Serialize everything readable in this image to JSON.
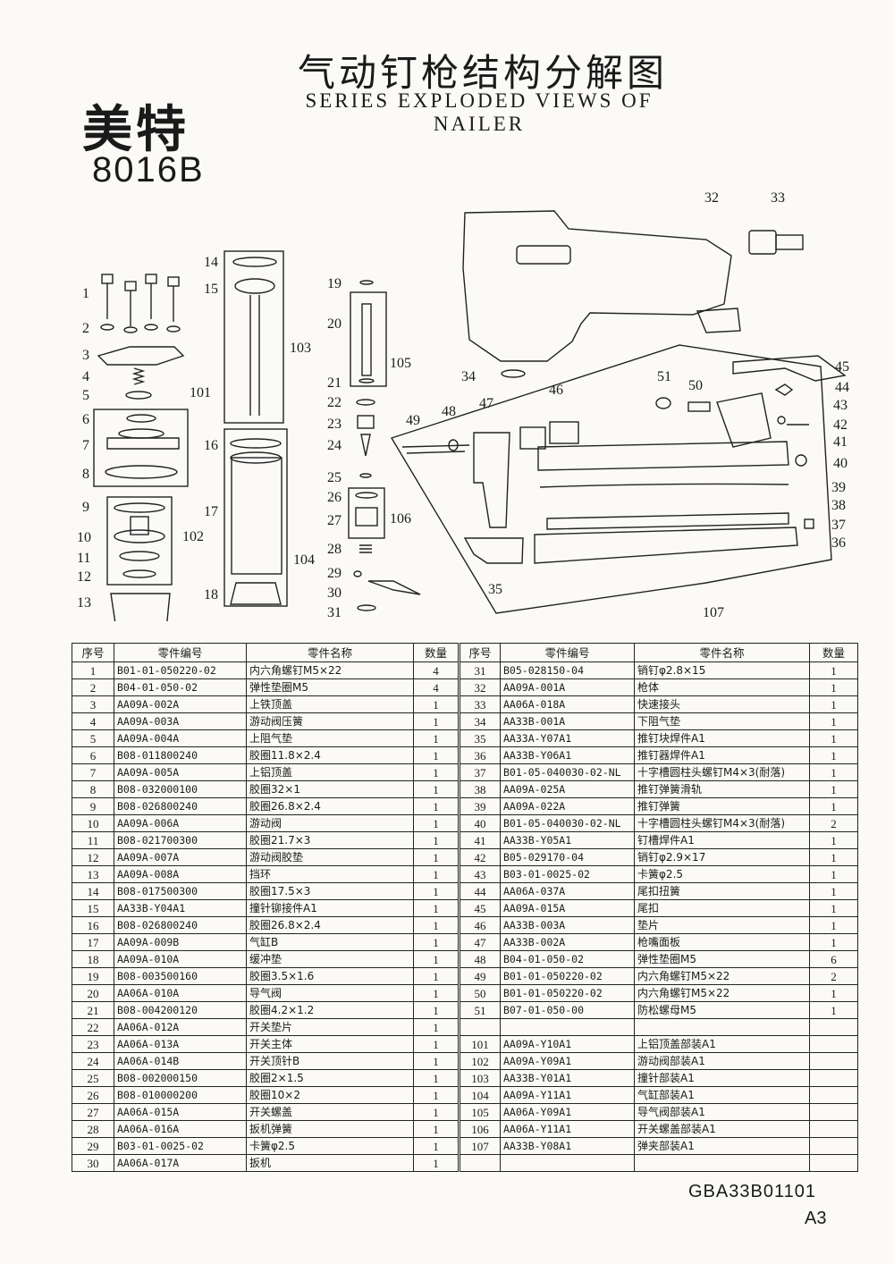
{
  "header": {
    "title_cn": "气动钉枪结构分解图",
    "title_en": "SERIES EXPLODED VIEWS OF NAILER",
    "brand": "美特",
    "model": "8016B"
  },
  "diagram": {
    "callouts": [
      "1",
      "2",
      "3",
      "4",
      "5",
      "6",
      "7",
      "8",
      "9",
      "10",
      "11",
      "12",
      "13",
      "14",
      "15",
      "16",
      "17",
      "18",
      "19",
      "20",
      "21",
      "22",
      "23",
      "24",
      "25",
      "26",
      "27",
      "28",
      "29",
      "30",
      "31",
      "32",
      "33",
      "34",
      "35",
      "36",
      "37",
      "38",
      "39",
      "40",
      "41",
      "42",
      "43",
      "44",
      "45",
      "46",
      "47",
      "48",
      "49",
      "50",
      "51",
      "101",
      "102",
      "103",
      "104",
      "105",
      "106",
      "107"
    ]
  },
  "table": {
    "headers": [
      "序号",
      "零件编号",
      "零件名称",
      "数量"
    ],
    "left_rows": [
      {
        "no": "1",
        "code": "B01-01-050220-02",
        "name": "内六角螺钉M5×22",
        "qty": "4"
      },
      {
        "no": "2",
        "code": "B04-01-050-02",
        "name": "弹性垫圈M5",
        "qty": "4"
      },
      {
        "no": "3",
        "code": "AA09A-002A",
        "name": "上铁顶盖",
        "qty": "1"
      },
      {
        "no": "4",
        "code": "AA09A-003A",
        "name": "游动阀压簧",
        "qty": "1"
      },
      {
        "no": "5",
        "code": "AA09A-004A",
        "name": "上阻气垫",
        "qty": "1"
      },
      {
        "no": "6",
        "code": "B08-011800240",
        "name": "胶圈11.8×2.4",
        "qty": "1"
      },
      {
        "no": "7",
        "code": "AA09A-005A",
        "name": "上铝顶盖",
        "qty": "1"
      },
      {
        "no": "8",
        "code": "B08-032000100",
        "name": "胶圈32×1",
        "qty": "1"
      },
      {
        "no": "9",
        "code": "B08-026800240",
        "name": "胶圈26.8×2.4",
        "qty": "1"
      },
      {
        "no": "10",
        "code": "AA09A-006A",
        "name": "游动阀",
        "qty": "1"
      },
      {
        "no": "11",
        "code": "B08-021700300",
        "name": "胶圈21.7×3",
        "qty": "1"
      },
      {
        "no": "12",
        "code": "AA09A-007A",
        "name": "游动阀胶垫",
        "qty": "1"
      },
      {
        "no": "13",
        "code": "AA09A-008A",
        "name": "挡环",
        "qty": "1"
      },
      {
        "no": "14",
        "code": "B08-017500300",
        "name": "胶圈17.5×3",
        "qty": "1"
      },
      {
        "no": "15",
        "code": "AA33B-Y04A1",
        "name": "撞针铆接件A1",
        "qty": "1"
      },
      {
        "no": "16",
        "code": "B08-026800240",
        "name": "胶圈26.8×2.4",
        "qty": "1"
      },
      {
        "no": "17",
        "code": "AA09A-009B",
        "name": "气缸B",
        "qty": "1"
      },
      {
        "no": "18",
        "code": "AA09A-010A",
        "name": "缓冲垫",
        "qty": "1"
      },
      {
        "no": "19",
        "code": "B08-003500160",
        "name": "胶圈3.5×1.6",
        "qty": "1"
      },
      {
        "no": "20",
        "code": "AA06A-010A",
        "name": "导气阀",
        "qty": "1"
      },
      {
        "no": "21",
        "code": "B08-004200120",
        "name": "胶圈4.2×1.2",
        "qty": "1"
      },
      {
        "no": "22",
        "code": "AA06A-012A",
        "name": "开关垫片",
        "qty": "1"
      },
      {
        "no": "23",
        "code": "AA06A-013A",
        "name": "开关主体",
        "qty": "1"
      },
      {
        "no": "24",
        "code": "AA06A-014B",
        "name": "开关顶针B",
        "qty": "1"
      },
      {
        "no": "25",
        "code": "B08-002000150",
        "name": "胶圈2×1.5",
        "qty": "1"
      },
      {
        "no": "26",
        "code": "B08-010000200",
        "name": "胶圈10×2",
        "qty": "1"
      },
      {
        "no": "27",
        "code": "AA06A-015A",
        "name": "开关螺盖",
        "qty": "1"
      },
      {
        "no": "28",
        "code": "AA06A-016A",
        "name": "扳机弹簧",
        "qty": "1"
      },
      {
        "no": "29",
        "code": "B03-01-0025-02",
        "name": "卡簧φ2.5",
        "qty": "1"
      },
      {
        "no": "30",
        "code": "AA06A-017A",
        "name": "扳机",
        "qty": "1"
      }
    ],
    "right_rows": [
      {
        "no": "31",
        "code": "B05-028150-04",
        "name": "销钉φ2.8×15",
        "qty": "1"
      },
      {
        "no": "32",
        "code": "AA09A-001A",
        "name": "枪体",
        "qty": "1"
      },
      {
        "no": "33",
        "code": "AA06A-018A",
        "name": "快速接头",
        "qty": "1"
      },
      {
        "no": "34",
        "code": "AA33B-001A",
        "name": "下阻气垫",
        "qty": "1"
      },
      {
        "no": "35",
        "code": "AA33A-Y07A1",
        "name": "推钉块焊件A1",
        "qty": "1"
      },
      {
        "no": "36",
        "code": "AA33B-Y06A1",
        "name": "推钉器焊件A1",
        "qty": "1"
      },
      {
        "no": "37",
        "code": "B01-05-040030-02-NL",
        "name": "十字槽圆柱头螺钉M4×3(耐落)",
        "qty": "1"
      },
      {
        "no": "38",
        "code": "AA09A-025A",
        "name": "推钉弹簧滑轨",
        "qty": "1"
      },
      {
        "no": "39",
        "code": "AA09A-022A",
        "name": "推钉弹簧",
        "qty": "1"
      },
      {
        "no": "40",
        "code": "B01-05-040030-02-NL",
        "name": "十字槽圆柱头螺钉M4×3(耐落)",
        "qty": "2"
      },
      {
        "no": "41",
        "code": "AA33B-Y05A1",
        "name": "钉槽焊件A1",
        "qty": "1"
      },
      {
        "no": "42",
        "code": "B05-029170-04",
        "name": "销钉φ2.9×17",
        "qty": "1"
      },
      {
        "no": "43",
        "code": "B03-01-0025-02",
        "name": "卡簧φ2.5",
        "qty": "1"
      },
      {
        "no": "44",
        "code": "AA06A-037A",
        "name": "尾扣扭簧",
        "qty": "1"
      },
      {
        "no": "45",
        "code": "AA09A-015A",
        "name": "尾扣",
        "qty": "1"
      },
      {
        "no": "46",
        "code": "AA33B-003A",
        "name": "垫片",
        "qty": "1"
      },
      {
        "no": "47",
        "code": "AA33B-002A",
        "name": "枪嘴面板",
        "qty": "1"
      },
      {
        "no": "48",
        "code": "B04-01-050-02",
        "name": "弹性垫圈M5",
        "qty": "6"
      },
      {
        "no": "49",
        "code": "B01-01-050220-02",
        "name": "内六角螺钉M5×22",
        "qty": "2"
      },
      {
        "no": "50",
        "code": "B01-01-050220-02",
        "name": "内六角螺钉M5×22",
        "qty": "1"
      },
      {
        "no": "51",
        "code": "B07-01-050-00",
        "name": "防松螺母M5",
        "qty": "1"
      },
      {
        "no": "",
        "code": "",
        "name": "",
        "qty": ""
      },
      {
        "no": "101",
        "code": "AA09A-Y10A1",
        "name": "上铝顶盖部装A1",
        "qty": ""
      },
      {
        "no": "102",
        "code": "AA09A-Y09A1",
        "name": "游动阀部装A1",
        "qty": ""
      },
      {
        "no": "103",
        "code": "AA33B-Y01A1",
        "name": "撞针部装A1",
        "qty": ""
      },
      {
        "no": "104",
        "code": "AA09A-Y11A1",
        "name": "气缸部装A1",
        "qty": ""
      },
      {
        "no": "105",
        "code": "AA06A-Y09A1",
        "name": "导气阀部装A1",
        "qty": ""
      },
      {
        "no": "106",
        "code": "AA06A-Y11A1",
        "name": "开关螺盖部装A1",
        "qty": ""
      },
      {
        "no": "107",
        "code": "AA33B-Y08A1",
        "name": "弹夹部装A1",
        "qty": ""
      },
      {
        "no": "",
        "code": "",
        "name": "",
        "qty": ""
      }
    ]
  },
  "footer": {
    "code": "GBA33B01101",
    "size": "A3"
  }
}
